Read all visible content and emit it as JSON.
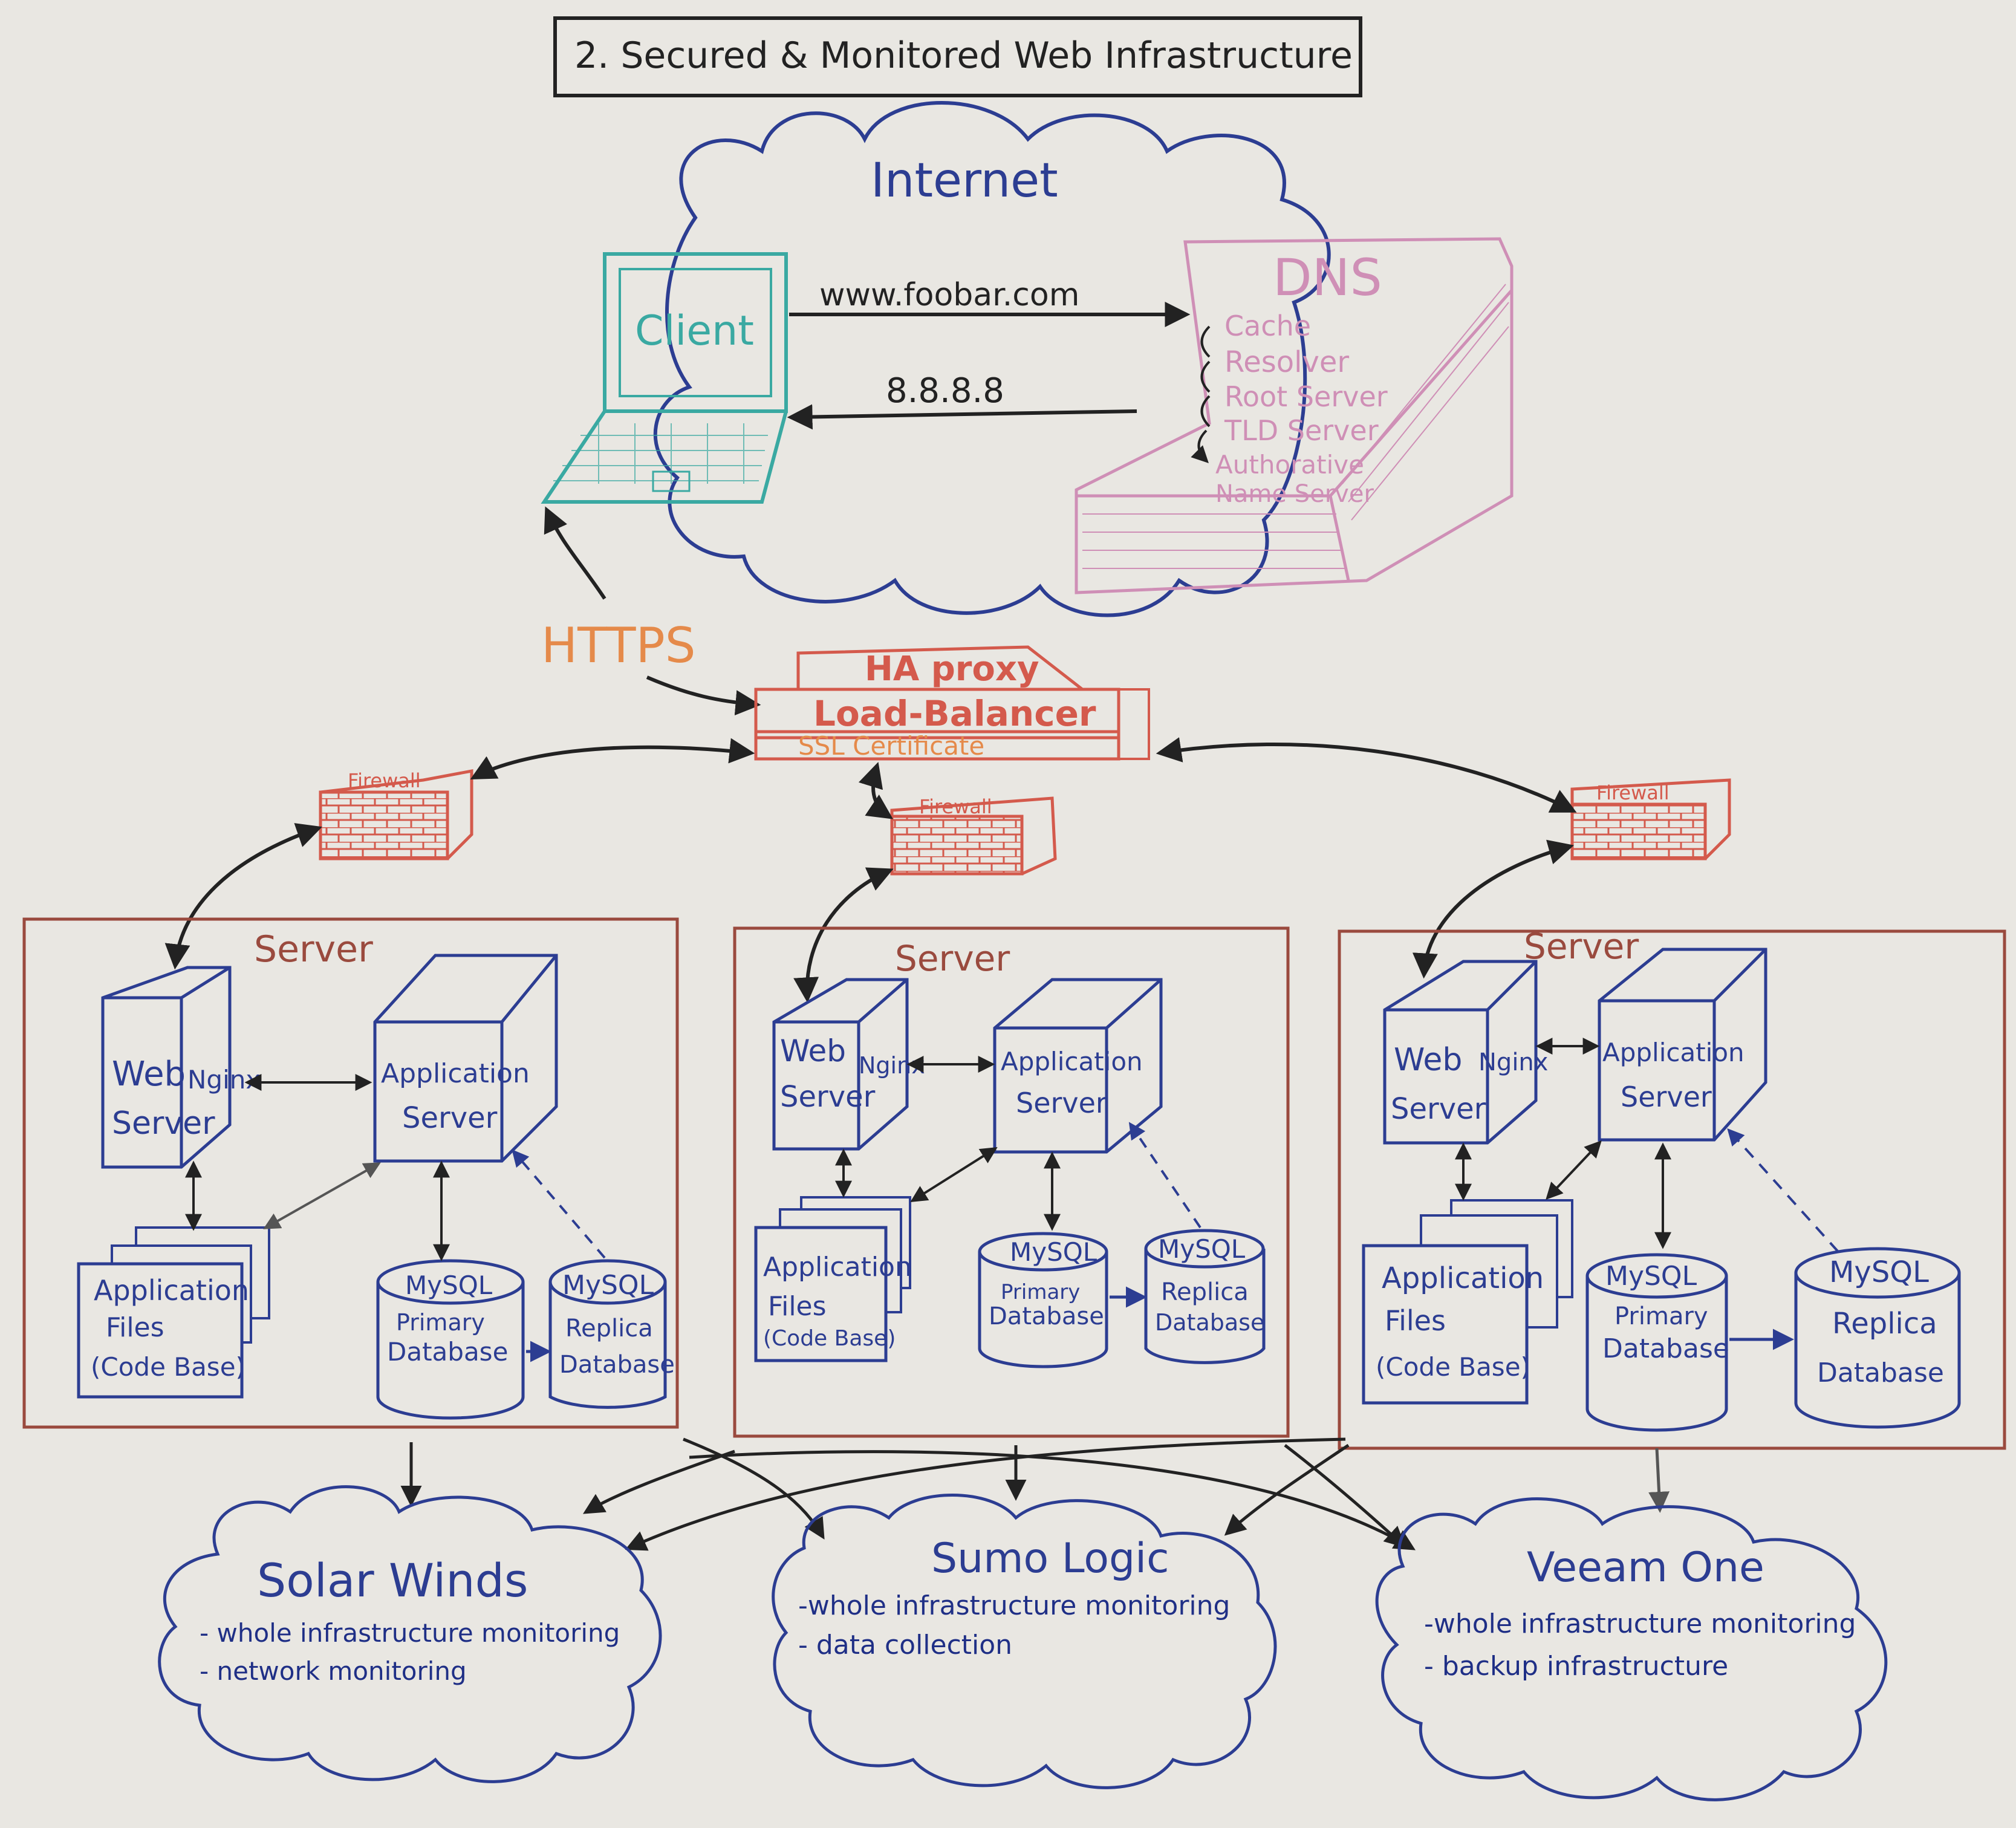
{
  "title": "2. Secured & Monitored Web Infrastructure",
  "internet": {
    "label": "Internet",
    "client_label": "Client",
    "request_label": "www.foobar.com",
    "response_label": "8.8.8.8"
  },
  "dns": {
    "label": "DNS",
    "steps": [
      "Cache",
      "Resolver",
      "Root Server",
      "TLD Server",
      "Authorative",
      "Name Server"
    ]
  },
  "https_label": "HTTPS",
  "load_balancer": {
    "top": "HA proxy",
    "middle": "Load-Balancer",
    "bottom": "SSL Certificate"
  },
  "firewall_label": "Firewall",
  "servers": [
    {
      "label": "Server",
      "web_label": [
        "Web",
        "Server"
      ],
      "nginx_label": "Nginx",
      "app_label": [
        "Application",
        "Server"
      ],
      "files_label": [
        "Application",
        "Files",
        "(Code Base)"
      ],
      "primary_label": [
        "MySQL",
        "Primary",
        "Database"
      ],
      "replica_label": [
        "MySQL",
        "Replica",
        "Database"
      ]
    },
    {
      "label": "Server",
      "web_label": [
        "Web",
        "Server"
      ],
      "nginx_label": "Nginx",
      "app_label": [
        "Application",
        "Server"
      ],
      "files_label": [
        "Application",
        "Files",
        "(Code Base)"
      ],
      "primary_label": [
        "MySQL",
        "Primary",
        "Database"
      ],
      "replica_label": [
        "MySQL",
        "Replica",
        "Database"
      ]
    },
    {
      "label": "Server",
      "web_label": [
        "Web",
        "Server"
      ],
      "nginx_label": "Nginx",
      "app_label": [
        "Application",
        "Server"
      ],
      "files_label": [
        "Application",
        "Files",
        "(Code Base)"
      ],
      "primary_label": [
        "MySQL",
        "Primary",
        "Database"
      ],
      "replica_label": [
        "MySQL",
        "Replica",
        "Database"
      ]
    }
  ],
  "monitors": [
    {
      "name": "Solar Winds",
      "items": [
        "- whole infrastructure monitoring",
        "- network monitoring"
      ]
    },
    {
      "name": "Sumo Logic",
      "items": [
        "-whole infrastructure monitoring",
        "- data collection"
      ]
    },
    {
      "name": "Veeam One",
      "items": [
        "-whole infrastructure monitoring",
        "- backup infrastructure"
      ]
    }
  ],
  "colors": {
    "board": "#e9e7e2",
    "blue_marker": "#2c3d92",
    "teal_marker": "#3aa9a2",
    "pink_marker": "#cf8fb6",
    "red_marker": "#d45a4c",
    "orange_marker": "#e58a4a",
    "brown_marker": "#9a4a3e",
    "black_marker": "#222222"
  }
}
